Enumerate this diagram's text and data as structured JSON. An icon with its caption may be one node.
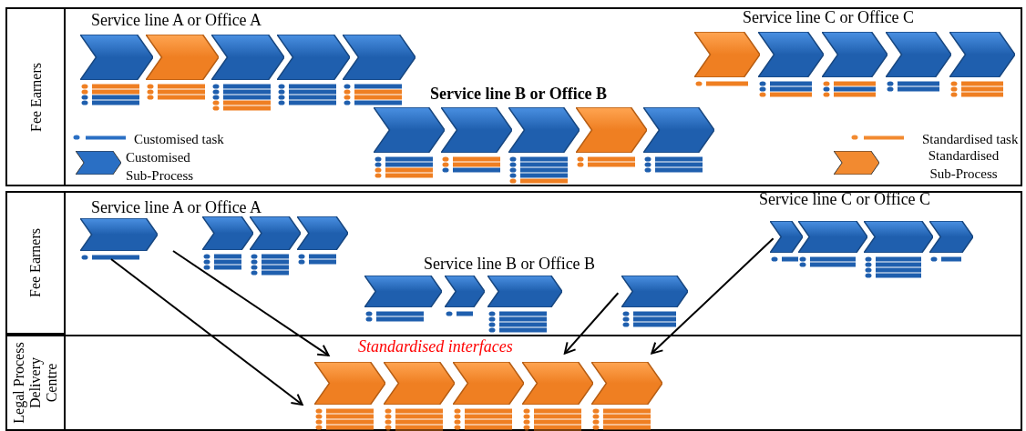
{
  "diagram": {
    "nodes": [
      {
        "text": [
          "Fee Earners"
        ]
      },
      {
        "text": [],
        "shape": "chevron"
      },
      {
        "text": [],
        "shape": "chevron"
      },
      {
        "text": [],
        "shape": "chevron"
      },
      {
        "text": [],
        "shape": "chevron"
      },
      {
        "text": [],
        "shape": "chevron"
      },
      {
        "text": [],
        "shape": "chevron"
      },
      {
        "text": [],
        "shape": "chevron"
      },
      {
        "text": [],
        "shape": "chevron"
      },
      {
        "text": [],
        "shape": "chevron"
      },
      {
        "text": [],
        "shape": "chevron"
      },
      {
        "text": [],
        "shape": "chevron"
      },
      {
        "text": [],
        "shape": "chevron"
      },
      {
        "text": [],
        "shape": "chevron"
      },
      {
        "text": [],
        "shape": "chevron"
      },
      {
        "text": [],
        "shape": "chevron"
      },
      {
        "text": [
          "Fee Earners"
        ]
      },
      {
        "text": [],
        "shape": "chevron"
      },
      {
        "text": [],
        "shape": "chevron"
      },
      {
        "text": [],
        "shape": "chevron"
      },
      {
        "text": [],
        "shape": "chevron"
      },
      {
        "text": [],
        "shape": "chevron"
      },
      {
        "text": [],
        "shape": "chevron"
      },
      {
        "text": [],
        "shape": "chevron"
      },
      {
        "text": [],
        "shape": "chevron"
      },
      {
        "text": [],
        "shape": "chevron"
      },
      {
        "text": [],
        "shape": "chevron"
      },
      {
        "text": [],
        "shape": "chevron"
      },
      {
        "text": [],
        "shape": "chevron"
      },
      {
        "text": [
          "Legal Process Delivery Centre"
        ]
      },
      {
        "text": [],
        "shape": "chevron"
      },
      {
        "text": [],
        "shape": "chevron"
      },
      {
        "text": [],
        "shape": "chevron"
      },
      {
        "text": [],
        "shape": "chevron"
      },
      {
        "text": [],
        "shape": "chevron"
      }
    ],
    "edges": [
      {
        "from": 17,
        "to": 30,
        "arrow": "to"
      },
      {
        "from": 17,
        "to": 30,
        "arrow": "to"
      },
      {
        "from": 28,
        "to": 33,
        "arrow": "to"
      },
      {
        "from": 21,
        "to": 34,
        "arrow": "to"
      }
    ],
    "labels": [
      "Service line A or Office A",
      "Service line C or Office C",
      "Service line B or Office B",
      "Service line A or Office A",
      "Service line C or Office C",
      "Service line B or Office B",
      "Standardised interfaces"
    ],
    "legend": [
      {
        "text": "Customised task",
        "color": "#2a6fc4"
      },
      {
        "text": "Customised Sub-Process",
        "color": "#2a6fc4"
      },
      {
        "text": "Standardised task",
        "color": "#f28a30"
      },
      {
        "text": "Standardised Sub-Process",
        "color": "#f28a30"
      }
    ]
  }
}
